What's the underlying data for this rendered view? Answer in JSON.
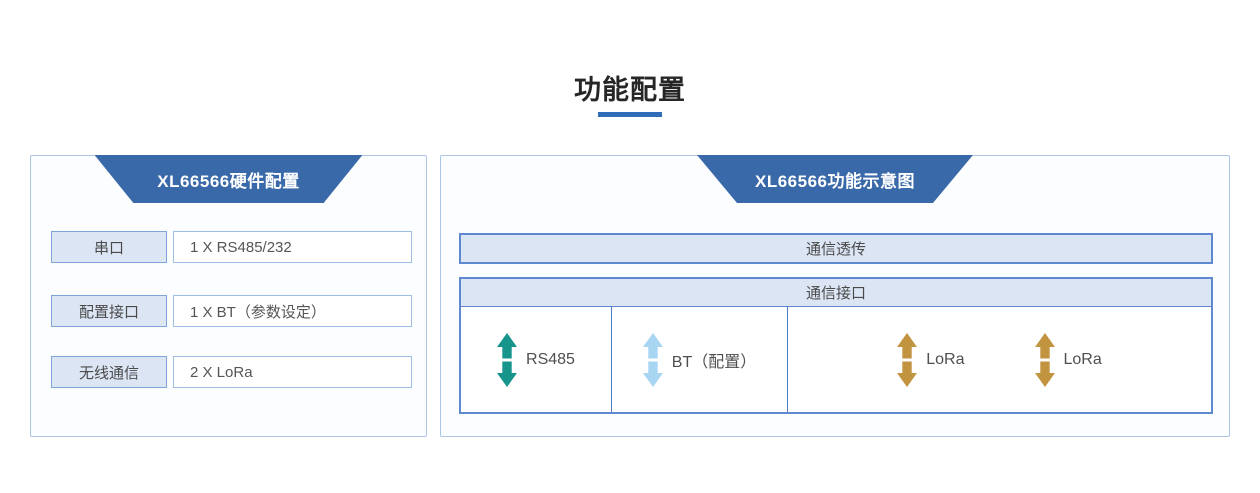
{
  "page": {
    "title": "功能配置"
  },
  "colors": {
    "accent_underline": "#2f6db8",
    "header_trapezoid": "#3a69a9",
    "panel_border": "#abc6e6",
    "bar_fill": "#dbe5f4",
    "bar_border": "#5e89d0",
    "teal_arrow": "#17948c",
    "lightblue_arrow": "#a7d5f2",
    "gold_arrow": "#c39440"
  },
  "hardware_panel": {
    "title": "XL66566硬件配置",
    "rows": [
      {
        "label": "串口",
        "value": "1 X RS485/232"
      },
      {
        "label": "配置接口",
        "value": "1 X BT（参数设定）"
      },
      {
        "label": "无线通信",
        "value": "2 X LoRa"
      }
    ]
  },
  "function_panel": {
    "title": "XL66566功能示意图",
    "passthrough_bar": "通信透传",
    "interface_bar": "通信接口",
    "cells": [
      {
        "label": "RS485",
        "icon": "double-vertical-arrow-icon",
        "arrow_color": "#17948c"
      },
      {
        "label": "BT（配置）",
        "icon": "double-vertical-arrow-icon",
        "arrow_color": "#a7d5f2"
      },
      {
        "label": "LoRa",
        "icon": "double-vertical-arrow-icon",
        "arrow_color": "#c39440"
      },
      {
        "label": "LoRa",
        "icon": "double-vertical-arrow-icon",
        "arrow_color": "#c39440"
      }
    ]
  }
}
